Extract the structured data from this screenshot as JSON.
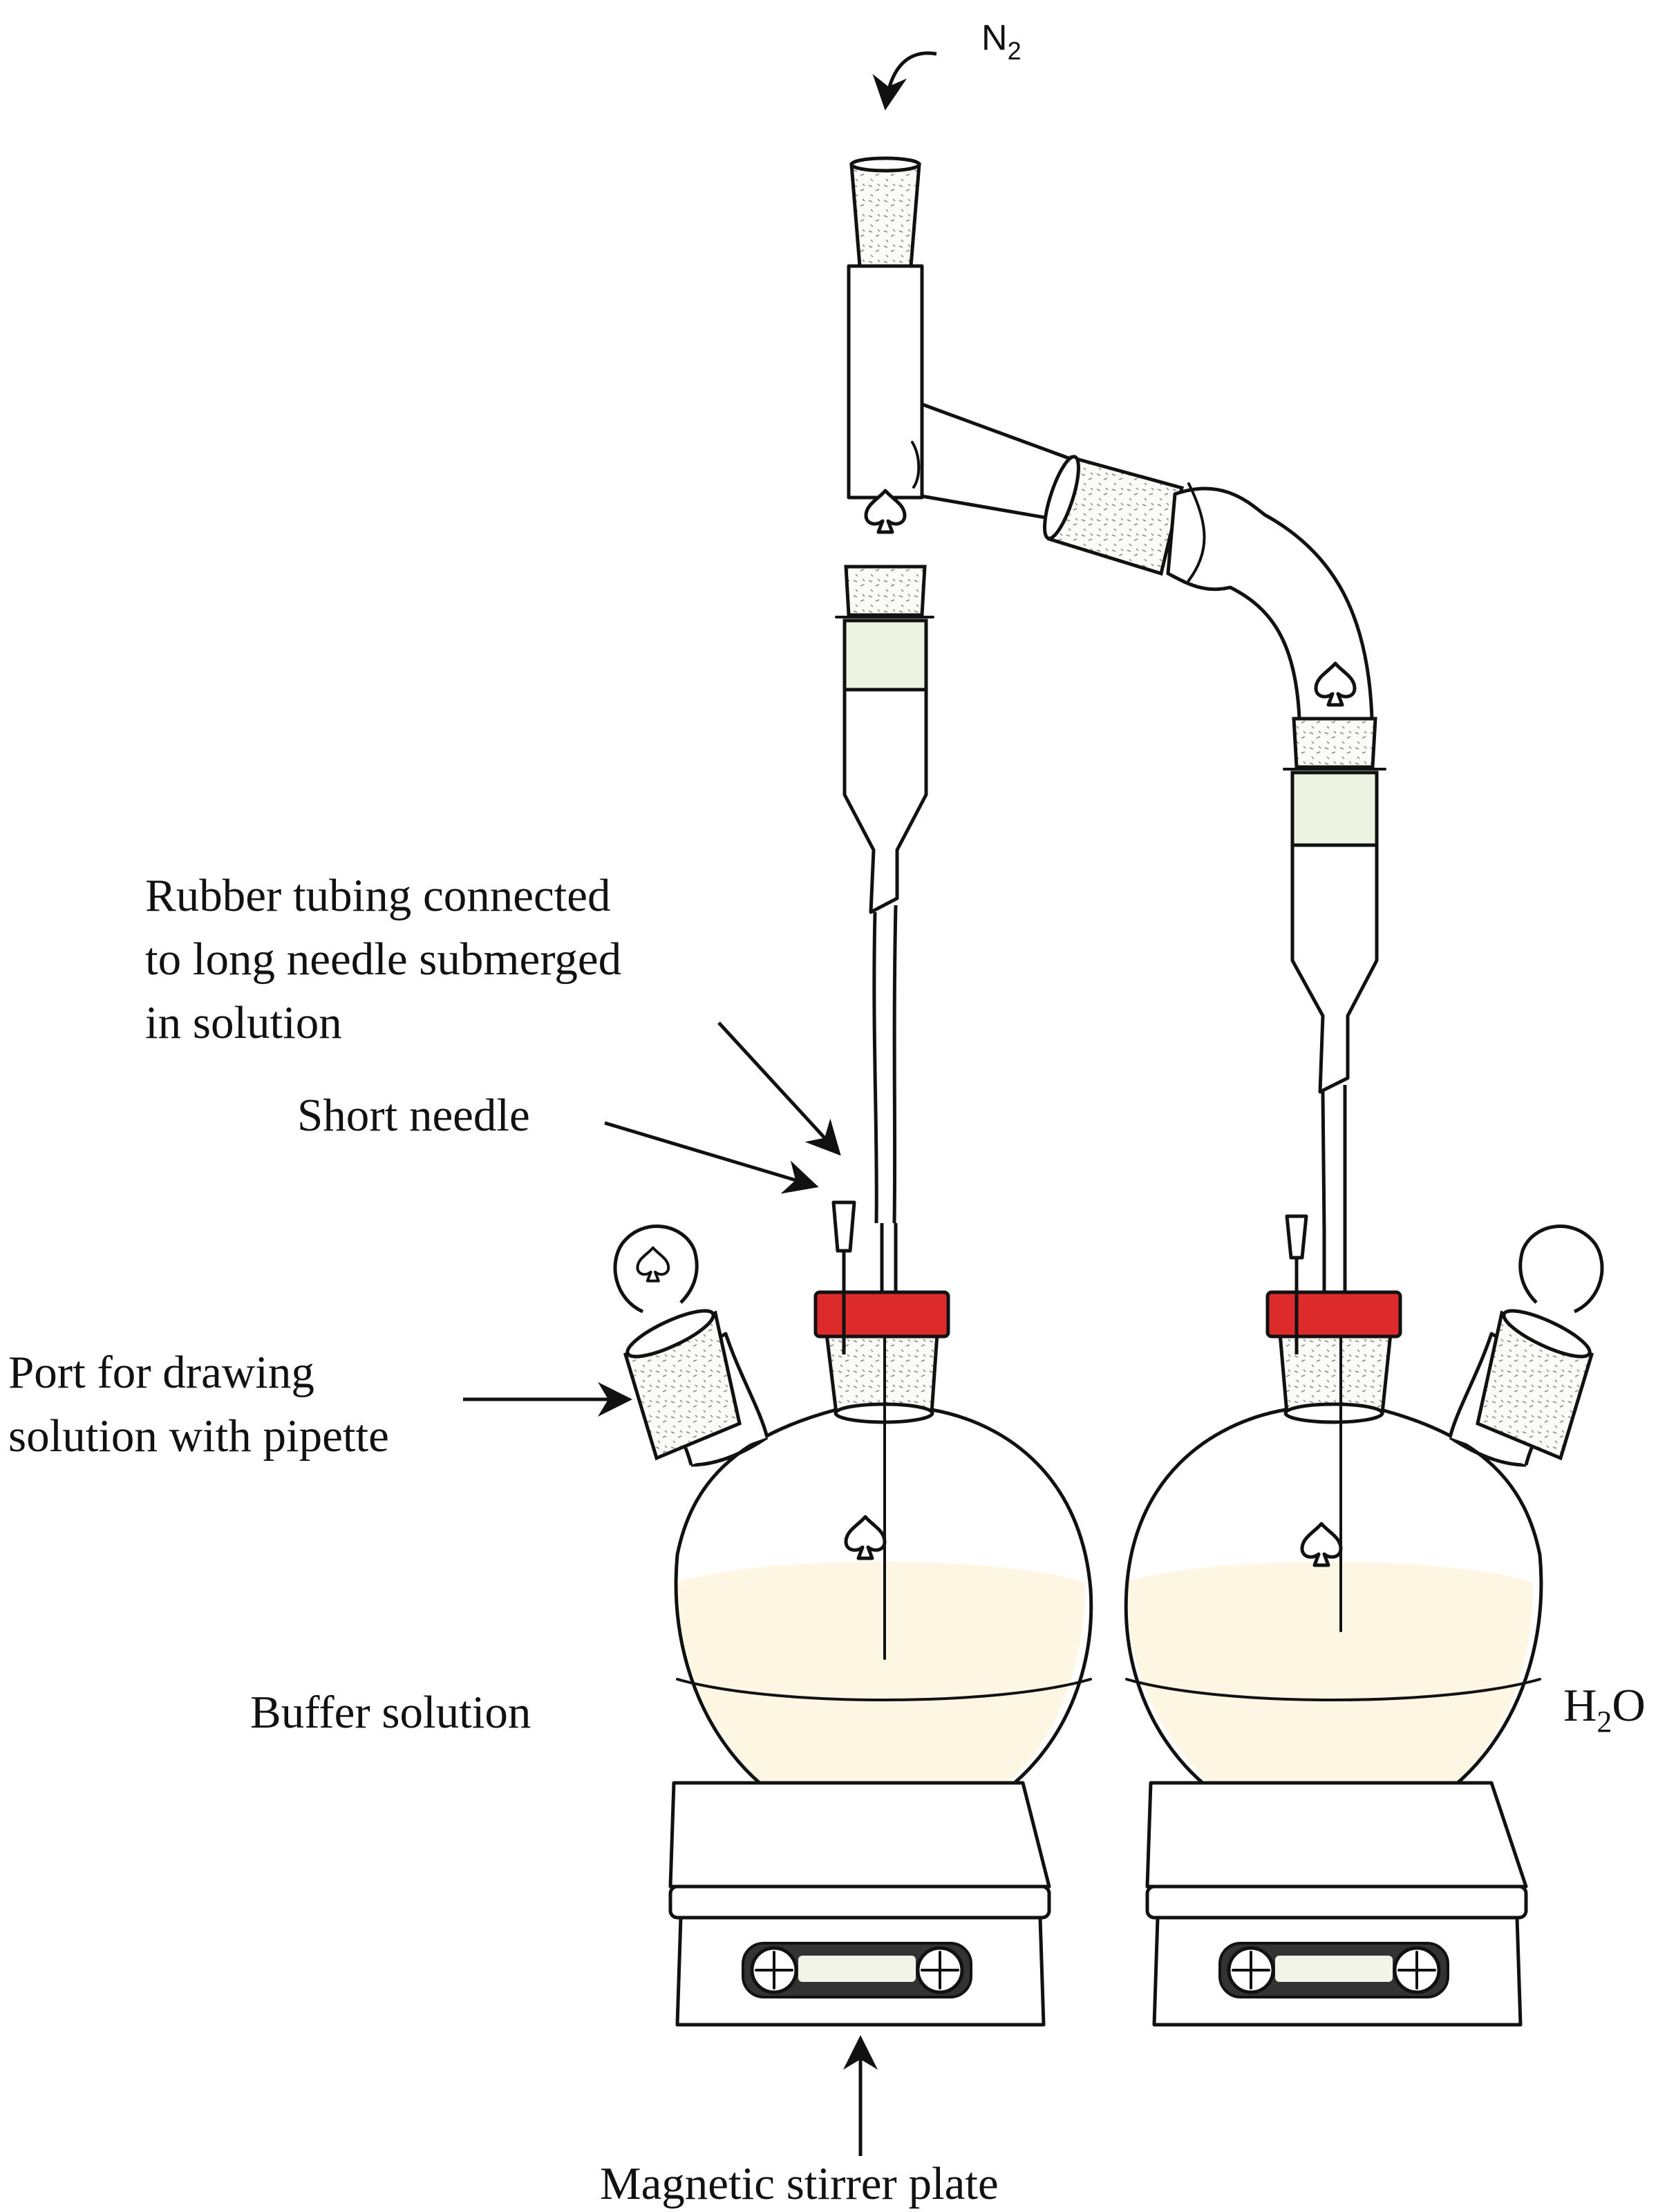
{
  "labels": {
    "n2_sub": "N",
    "n2_subscript": "2",
    "rubber_line1": "Rubber tubing connected",
    "rubber_line2": "to long needle submerged",
    "rubber_line3": "in solution",
    "short_needle": "Short needle",
    "port_line1": "Port for drawing",
    "port_line2": "solution with pipette",
    "buffer": "Buffer solution",
    "water_h": "H",
    "water_sub": "2",
    "water_o": "O",
    "stirrer": "Magnetic stirrer plate"
  },
  "colors": {
    "septum": "#dd2a2a",
    "liquid": "#fdf6e3",
    "sleeve": "#eef3e1",
    "outline": "#111111"
  }
}
